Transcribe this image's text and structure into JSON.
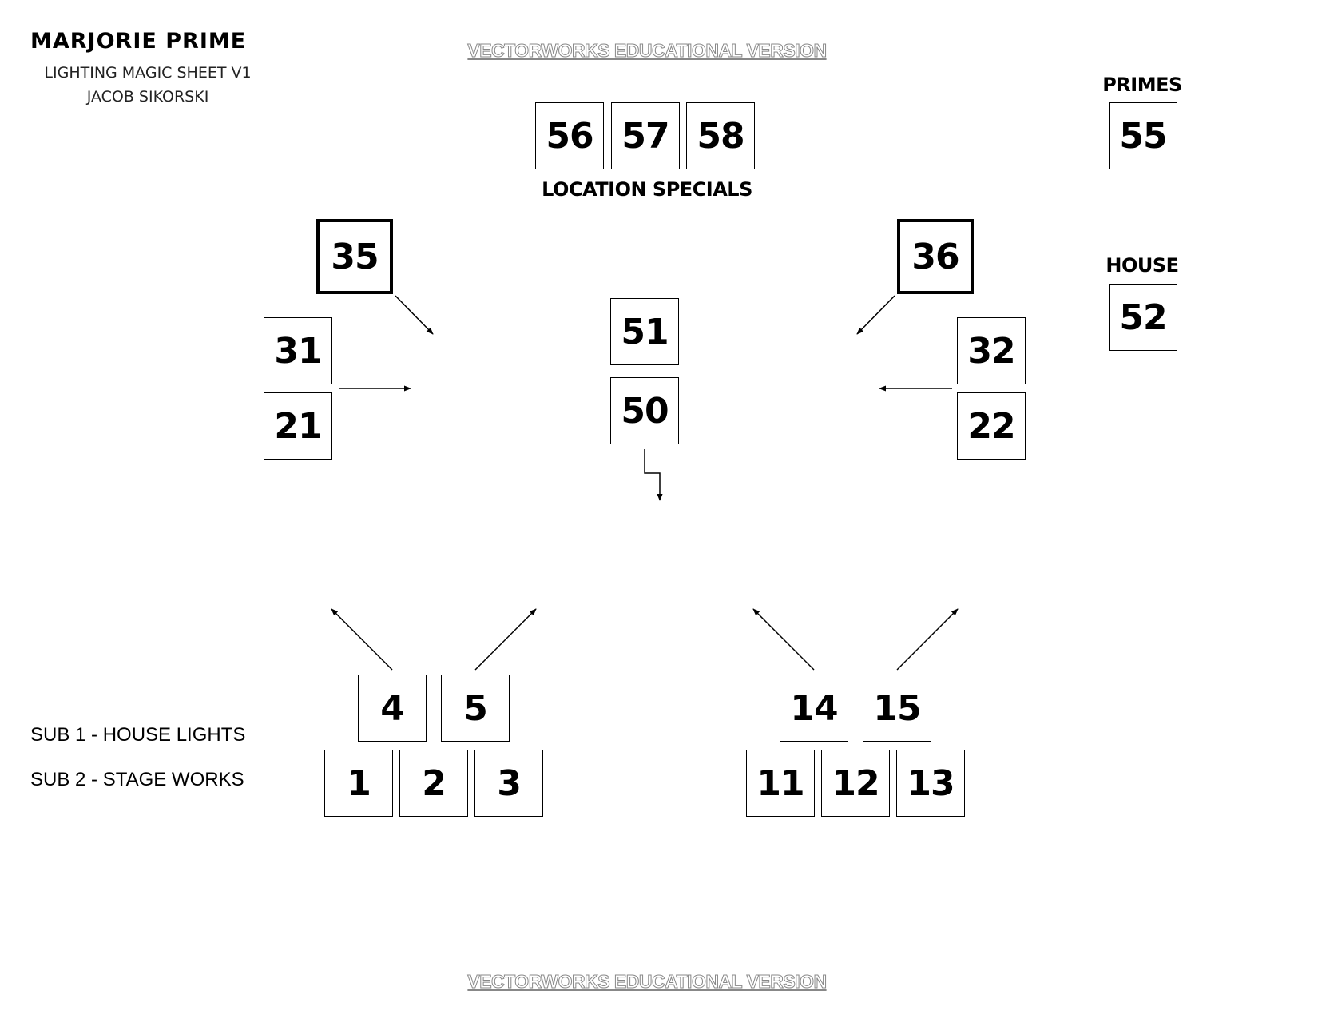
{
  "header": {
    "title": "MARJORIE PRIME",
    "subtitle": "LIGHTING MAGIC SHEET V1",
    "author": "JACOB SIKORSKI"
  },
  "watermark_top": "VECTORWORKS EDUCATIONAL VERSION",
  "watermark_bottom": "VECTORWORKS EDUCATIONAL VERSION",
  "labels": {
    "location_specials": "LOCATION SPECIALS",
    "primes": "PRIMES",
    "house": "HOUSE"
  },
  "subs": {
    "sub1": "SUB 1 - HOUSE LIGHTS",
    "sub2": "SUB 2 - STAGE WORKS"
  },
  "channels": {
    "c56": "56",
    "c57": "57",
    "c58": "58",
    "c55": "55",
    "c52": "52",
    "c35": "35",
    "c36": "36",
    "c31": "31",
    "c21": "21",
    "c32": "32",
    "c22": "22",
    "c51": "51",
    "c50": "50",
    "c4": "4",
    "c5": "5",
    "c1": "1",
    "c2": "2",
    "c3": "3",
    "c14": "14",
    "c15": "15",
    "c11": "11",
    "c12": "12",
    "c13": "13"
  }
}
